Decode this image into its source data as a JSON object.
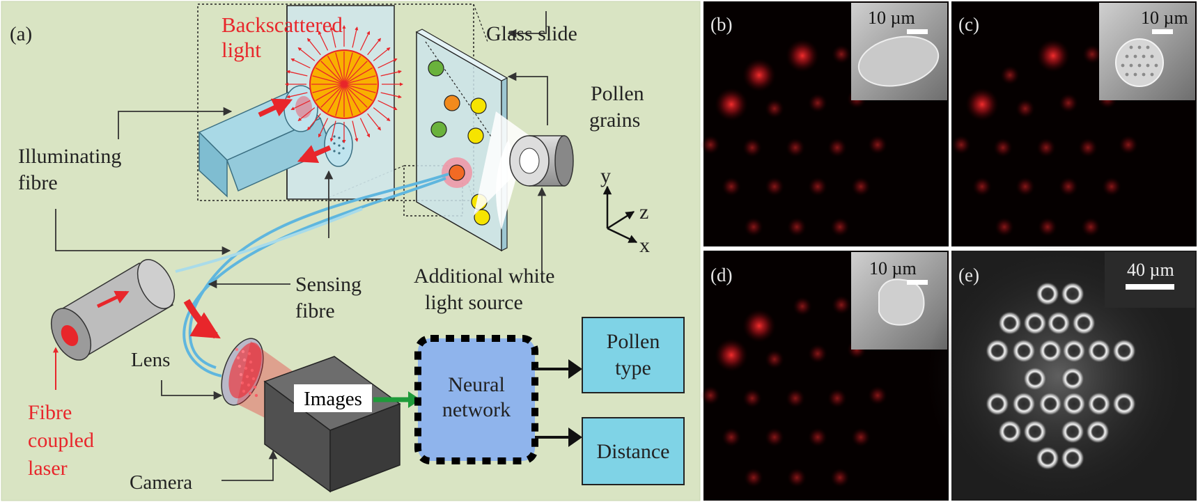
{
  "panel_a": {
    "label": "(a)",
    "backscattered_line1": "Backscattered",
    "backscattered_line2": "light",
    "glass_slide": "Glass slide",
    "pollen_line1": "Pollen",
    "pollen_line2": "grains",
    "illuminating_line1": "Illuminating",
    "illuminating_line2": "fibre",
    "sensing_line1": "Sensing",
    "sensing_line2": "fibre",
    "white_light_line1": "Additional white",
    "white_light_line2": "light source",
    "lens": "Lens",
    "camera": "Camera",
    "laser_line1": "Fibre",
    "laser_line2": "coupled",
    "laser_line3": "laser",
    "images": "Images",
    "nn_line1": "Neural",
    "nn_line2": "network",
    "pollen_type_line1": "Pollen",
    "pollen_type_line2": "type",
    "distance": "Distance",
    "axis_y": "y",
    "axis_z": "z",
    "axis_x": "x"
  },
  "panels": {
    "b": {
      "label": "(b)",
      "scale": "10 µm"
    },
    "c": {
      "label": "(c)",
      "scale": "10 µm"
    },
    "d": {
      "label": "(d)",
      "scale": "10 µm"
    },
    "e": {
      "label": "(e)",
      "scale": "40 µm"
    }
  },
  "colors": {
    "panel_bg": "#d9e4c3",
    "red_text": "#e8262b",
    "box_cyan": "#7fd3e6",
    "nn_blue": "#8fb4ec",
    "fibre_blue": "#5fb6de"
  }
}
